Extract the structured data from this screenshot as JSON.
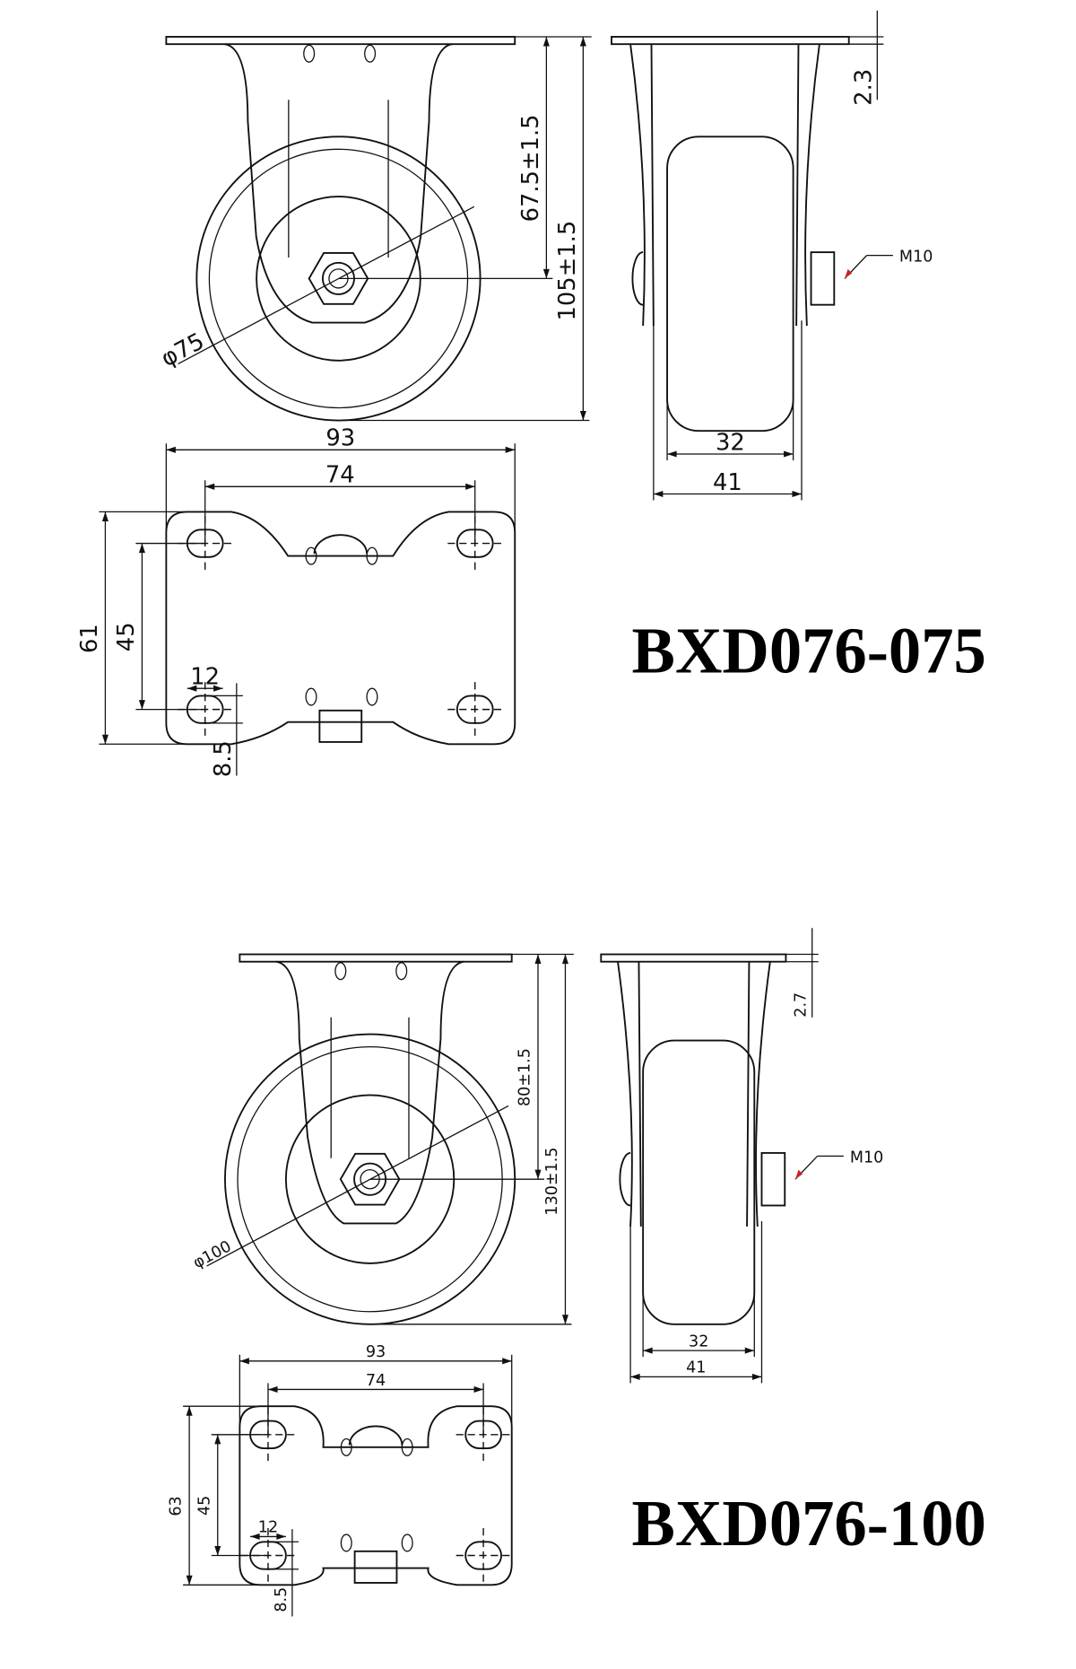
{
  "drawings": [
    {
      "model": "BXD076-075",
      "wheel_diameter": "φ75",
      "axle_height": "67.5±1.5",
      "total_height": "105±1.5",
      "plate_thickness": "2.3",
      "bolt": "M10",
      "wheel_width": "32",
      "fork_width": "41",
      "plate_length": "93",
      "hole_spacing_length": "74",
      "plate_width": "61",
      "hole_spacing_width": "45",
      "slot_length": "12",
      "slot_width": "8.5"
    },
    {
      "model": "BXD076-100",
      "wheel_diameter": "φ100",
      "axle_height": "80±1.5",
      "total_height": "130±1.5",
      "plate_thickness": "2.7",
      "bolt": "M10",
      "wheel_width": "32",
      "fork_width": "41",
      "plate_length": "93",
      "hole_spacing_length": "74",
      "plate_width": "63",
      "hole_spacing_width": "45",
      "slot_length": "12",
      "slot_width": "8.5"
    }
  ],
  "colors": {
    "line": "#111111",
    "leader_arrow": "#cc2222"
  }
}
